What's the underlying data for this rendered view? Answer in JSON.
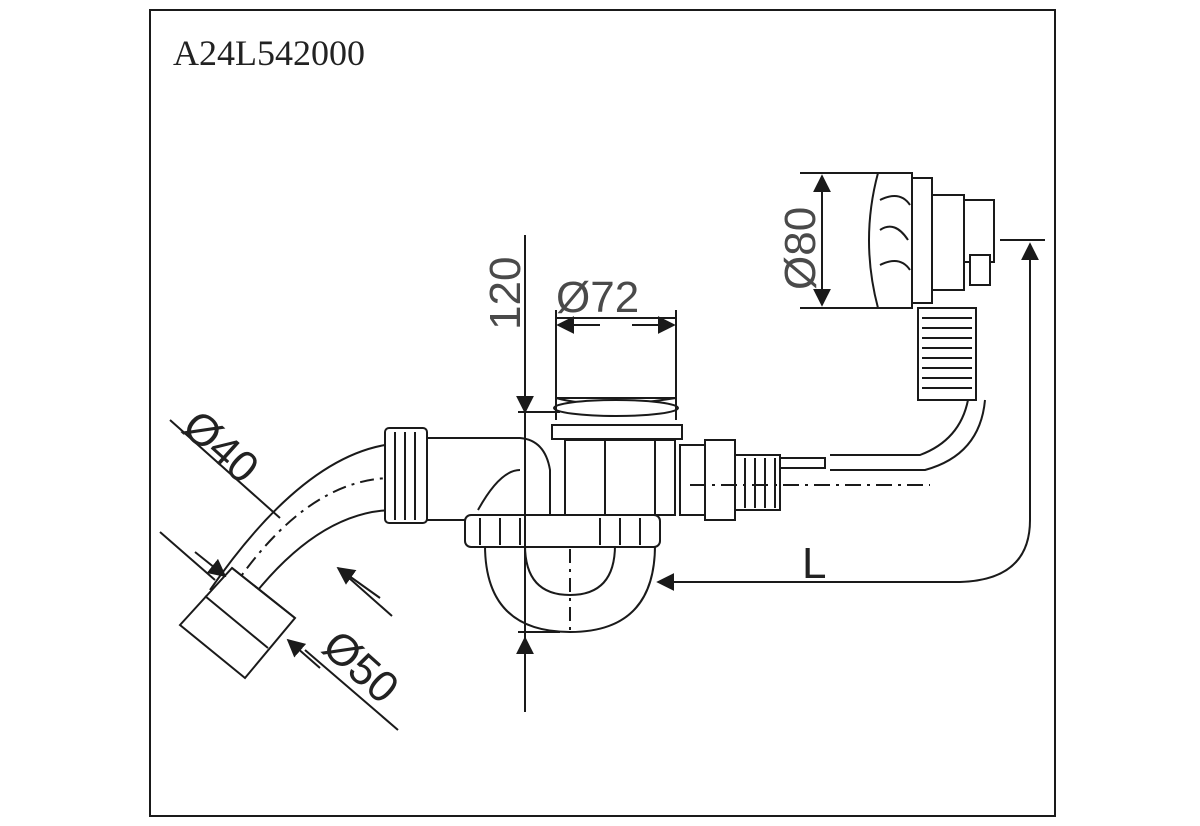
{
  "drawing": {
    "code": "A24L542000",
    "dimensions": {
      "height_120": "120",
      "outlet_72": "Ø72",
      "overflow_80": "Ø80",
      "pipe_40": "Ø40",
      "pipe_50": "Ø50",
      "length": "L"
    }
  },
  "colors": {
    "line": "#1a1a1a",
    "shade": "#e6e6e6",
    "dim_text": "#4a4a4a",
    "background": "#ffffff"
  }
}
